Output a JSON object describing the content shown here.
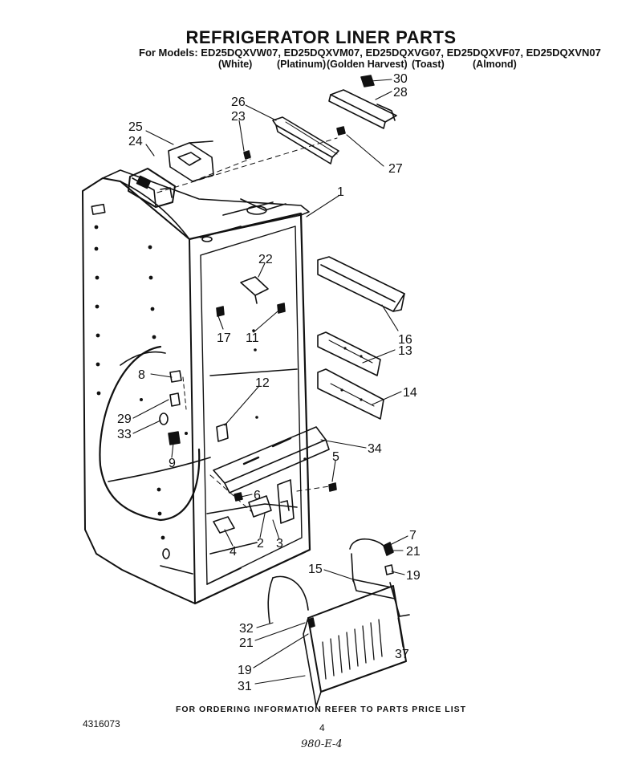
{
  "title": "REFRIGERATOR LINER PARTS",
  "models_label": "For Models:",
  "models": "ED25DQXVW07, ED25DQXVM07, ED25DQXVG07, ED25DQXVF07, ED25DQXVN07",
  "colors": [
    "(White)",
    "(Platinum)",
    "(Golden Harvest)",
    "(Toast)",
    "(Almond)"
  ],
  "callouts": [
    "30",
    "28",
    "26",
    "23",
    "25",
    "24",
    "27",
    "1",
    "22",
    "17",
    "11",
    "16",
    "13",
    "14",
    "12",
    "8",
    "29",
    "33",
    "9",
    "34",
    "5",
    "6",
    "4",
    "2",
    "3",
    "7",
    "21",
    "15",
    "19",
    "32",
    "21",
    "37",
    "19",
    "31"
  ],
  "footer": "FOR ORDERING INFORMATION REFER TO PARTS PRICE LIST",
  "doc_number": "4316073",
  "page_number": "4",
  "handwritten_note": "980-E-4"
}
